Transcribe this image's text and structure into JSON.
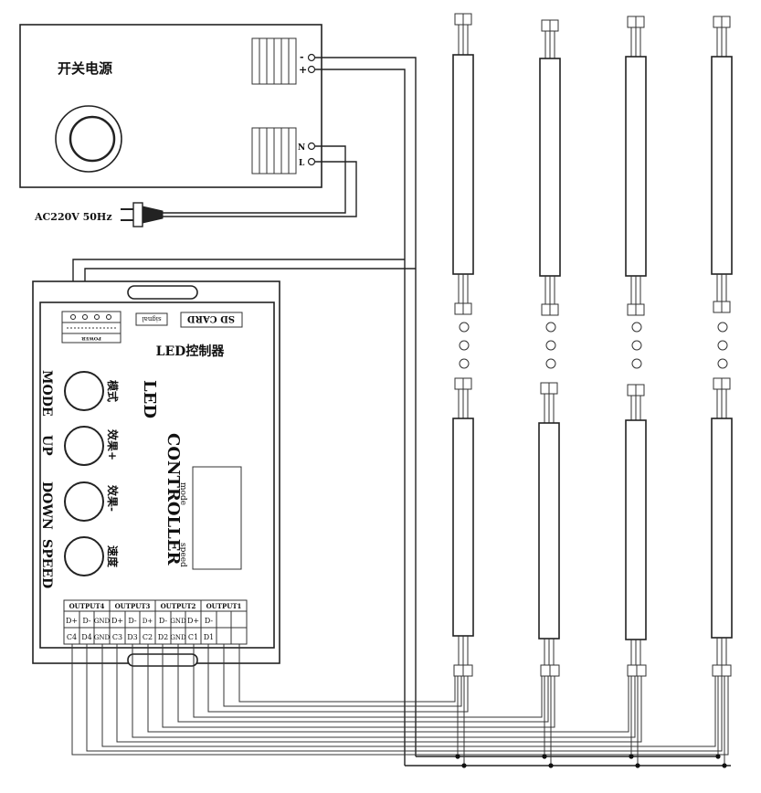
{
  "power_supply": {
    "title": "开关电源",
    "minus": "-",
    "plus": "+",
    "n": "N",
    "l": "L",
    "mains": "AC220V 50Hz"
  },
  "controller": {
    "title": "LED控制器",
    "name_line1": "LED",
    "name_line2": "CONTROLLER",
    "power_label": "POWER",
    "sd_card": "SD CARD",
    "signal": "signal",
    "display_mode": "mode",
    "display_speed": "speed",
    "buttons": [
      {
        "en": "MODE",
        "cn": "模式"
      },
      {
        "en": "UP",
        "cn": "效果+"
      },
      {
        "en": "DOWN",
        "cn": "效果-"
      },
      {
        "en": "SPEED",
        "cn": "速度"
      }
    ],
    "outputs": [
      {
        "name": "OUTPUT4",
        "top": [
          "D+",
          "D-",
          "GND"
        ],
        "bottom": [
          "C4",
          "D4",
          "GND"
        ]
      },
      {
        "name": "OUTPUT3",
        "top": [
          "D+",
          "D-"
        ],
        "bottom": [
          "C3",
          "D3"
        ]
      },
      {
        "name": "OUTPUT2",
        "top": [
          "D+",
          "D-",
          "GND"
        ],
        "bottom": [
          "C2",
          "D2",
          "GND"
        ]
      },
      {
        "name": "OUTPUT1",
        "top": [
          "D+",
          "D-"
        ],
        "bottom": [
          "C1",
          "D1"
        ]
      }
    ]
  }
}
